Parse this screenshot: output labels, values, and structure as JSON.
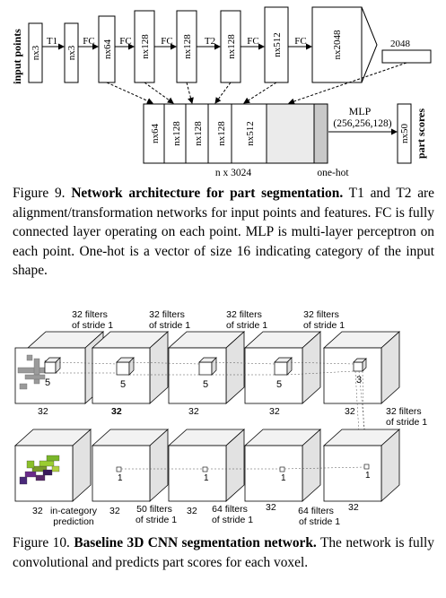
{
  "figure9": {
    "input_label": "input points",
    "top_blocks": [
      "nx3",
      "nx3",
      "nx64",
      "nx128",
      "nx128",
      "nx128",
      "nx512",
      "nx2048"
    ],
    "top_ops": [
      "T1",
      "FC",
      "FC",
      "FC",
      "T2",
      "FC",
      "FC"
    ],
    "global_feature": "2048",
    "bottom_blocks": [
      "nx64",
      "nx128",
      "nx128",
      "nx128",
      "nx512"
    ],
    "n_dim": "n  x 3024",
    "onehot": "one-hot",
    "mlp_title": "MLP",
    "mlp_dims": "(256,256,128)",
    "output_block": "nx50",
    "output_label": "part scores",
    "caption": {
      "prefix": "Figure 9. ",
      "title": "Network architecture for part segmentation.",
      "body": " T1 and T2 are alignment/transformation networks for input points and features. FC is fully connected layer operating on each point. MLP is multi-layer perceptron on each point. One-hot is a vector of size 16 indicating category of the input shape."
    }
  },
  "figure10": {
    "top_filters": [
      {
        "line1": "32 filters",
        "line2": "of stride 1"
      },
      {
        "line1": "32 filters",
        "line2": "of stride 1"
      },
      {
        "line1": "32 filters",
        "line2": "of stride 1"
      },
      {
        "line1": "32 filters",
        "line2": "of stride 1"
      }
    ],
    "right_filter": {
      "line1": "32 filters",
      "line2": "of stride 1"
    },
    "top_kernels": [
      "5",
      "5",
      "5",
      "5",
      "3"
    ],
    "top_sizes": [
      "32",
      "32",
      "32",
      "32",
      "32"
    ],
    "bottom_kernels": [
      "1",
      "1",
      "1",
      "1"
    ],
    "bottom_left_size": "32",
    "bottom_left_label": {
      "line1": "in-category",
      "line2": "prediction"
    },
    "bottom_filters": [
      {
        "size": "32",
        "line1": "50 filters",
        "line2": "of stride 1"
      },
      {
        "size": "32",
        "line1": "64 filters",
        "line2": "of stride 1"
      },
      {
        "size": "32",
        "line1": "64 filters",
        "line2": "of stride 1"
      }
    ],
    "bottom_right_size": "32",
    "caption": {
      "prefix": "Figure 10. ",
      "title": "Baseline 3D CNN segmentation network.",
      "body": "  The network is fully convolutional and predicts part scores for each voxel."
    }
  }
}
